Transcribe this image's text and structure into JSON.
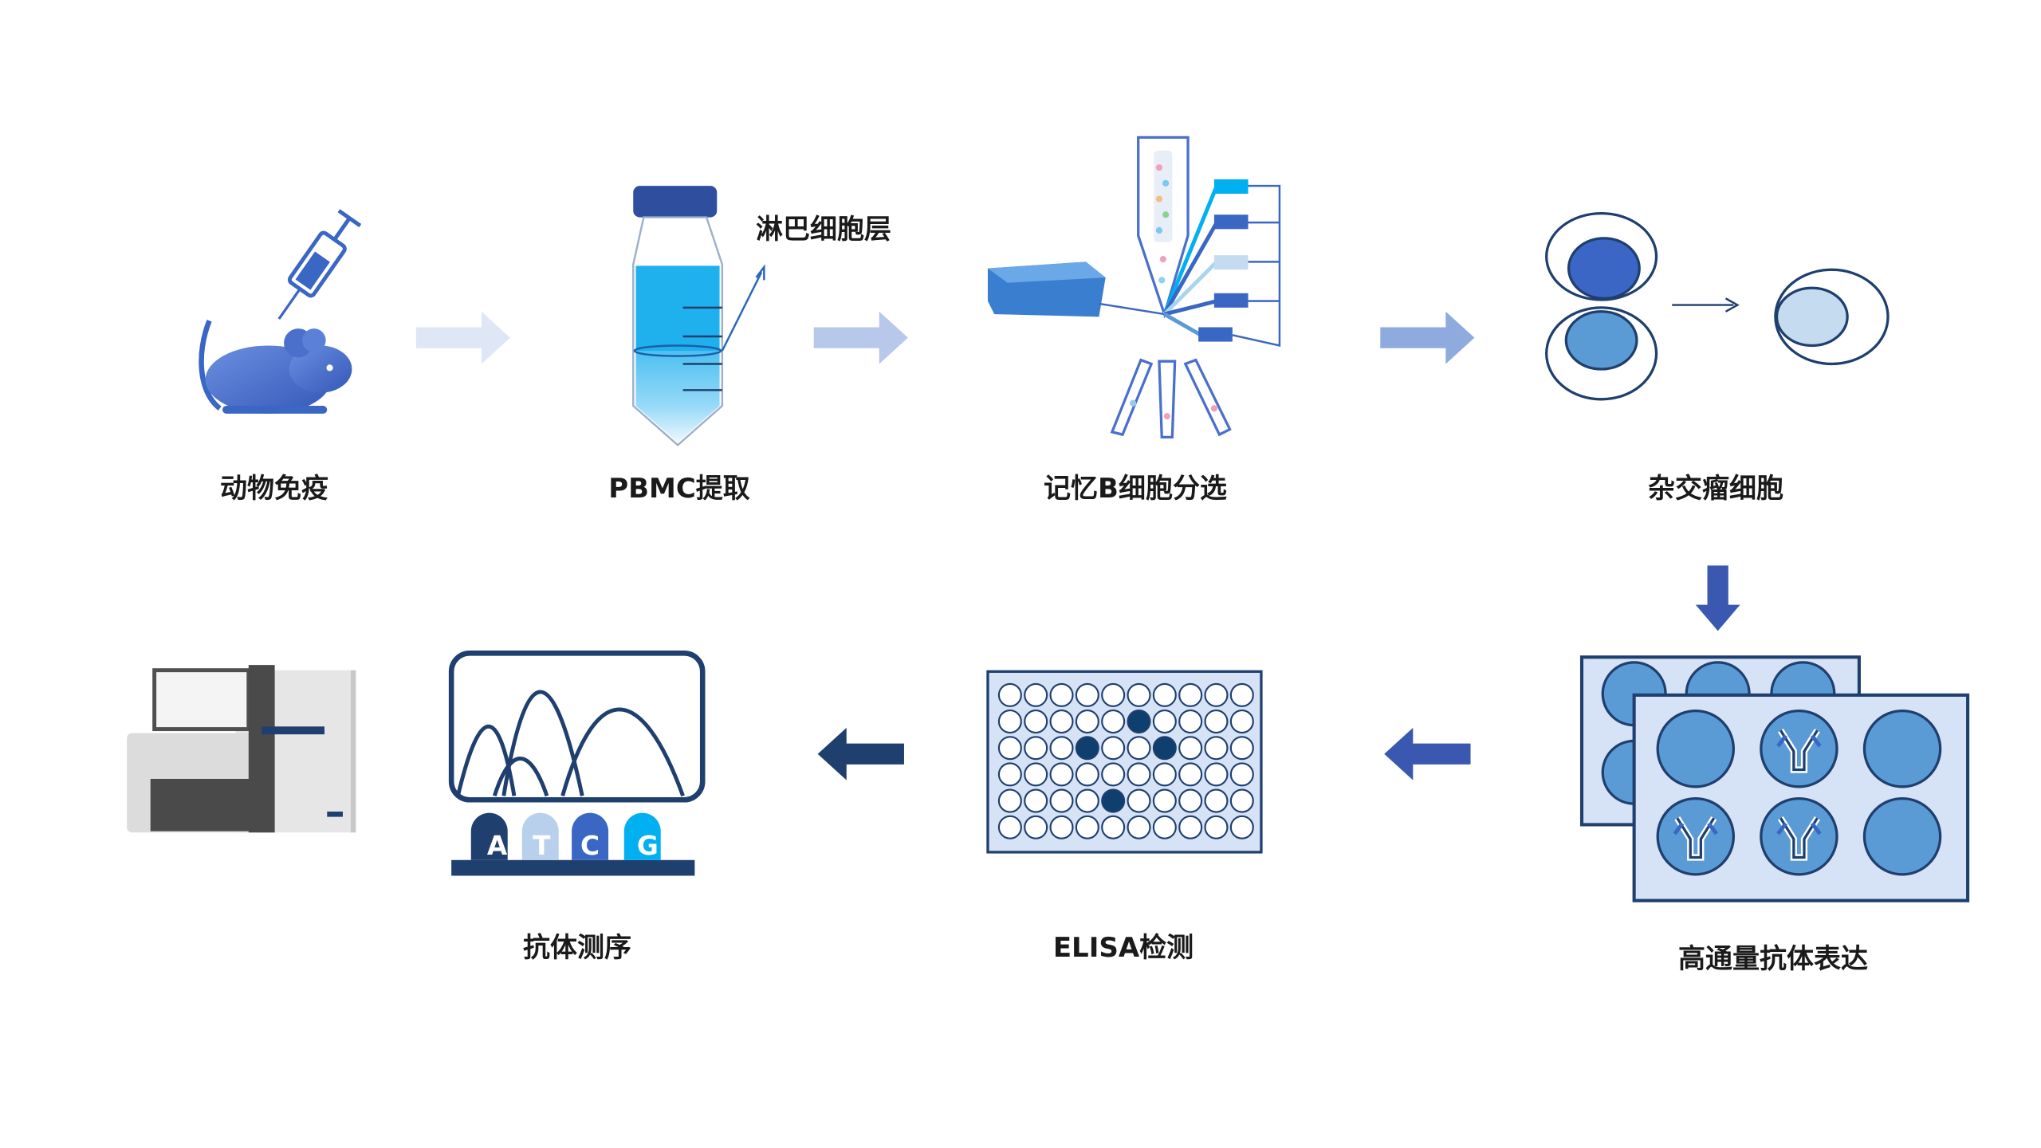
{
  "steps": {
    "immunization": "动物免疫",
    "pbmc": "PBMC提取",
    "lymph_layer": "淋巴细胞层",
    "memory_b": "记忆B细胞分选",
    "hybridoma": "杂交瘤细胞",
    "expression": "高通量抗体表达",
    "elisa": "ELISA检测",
    "sequencing": "抗体测序"
  },
  "bases": [
    "A",
    "T",
    "C",
    "G"
  ],
  "colors": {
    "primary": "#3a66c4",
    "dark_navy": "#1f3f6e",
    "light_blue": "#5b9bd5",
    "cyan": "#00b0f0",
    "arrow_faint": "#dfe7f6",
    "arrow_mid": "#b8c8ea",
    "arrow_strong": "#8faadf"
  }
}
